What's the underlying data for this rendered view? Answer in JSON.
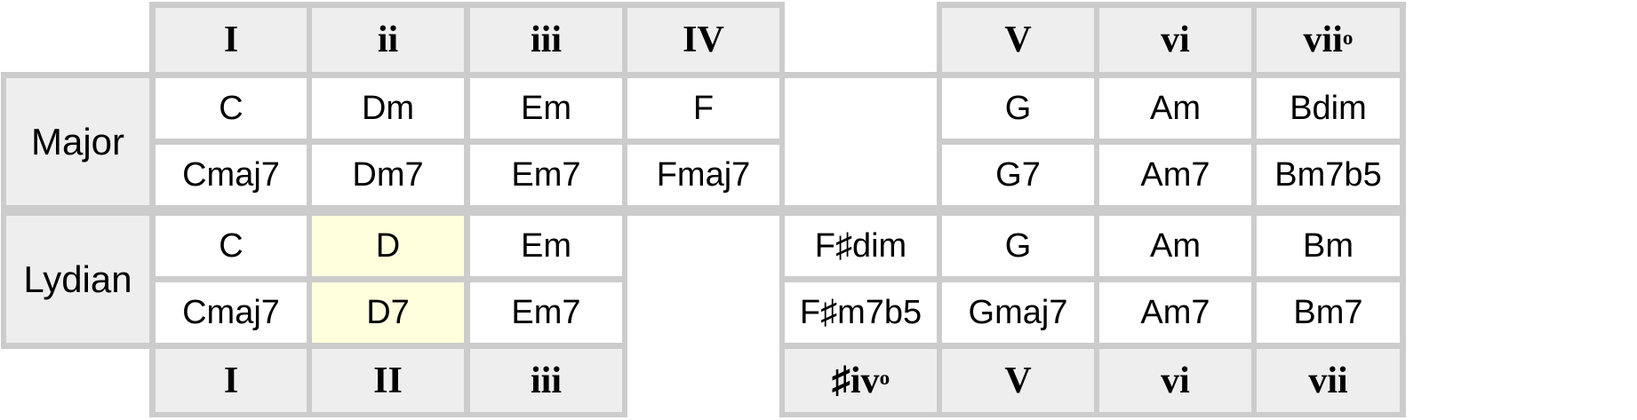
{
  "colors": {
    "border": "#cccccc",
    "header_fill": "#eeeeee",
    "cell_fill": "#ffffff",
    "highlight_fill": "#ffffdd"
  },
  "top_header": {
    "I": "I",
    "ii": "ii",
    "iii": "iii",
    "IV": "IV",
    "V": "V",
    "vi": "vi",
    "vii_base": "vii",
    "vii_sup": "o"
  },
  "modes": {
    "major": {
      "label": "Major",
      "triads": [
        "C",
        "Dm",
        "Em",
        "F",
        "",
        "G",
        "Am",
        "Bdim"
      ],
      "sevenths": [
        "Cmaj7",
        "Dm7",
        "Em7",
        "Fmaj7",
        "",
        "G7",
        "Am7",
        "Bm7b5"
      ]
    },
    "lydian": {
      "label": "Lydian",
      "triads": [
        "C",
        "D",
        "Em",
        "",
        "F♯dim",
        "G",
        "Am",
        "Bm"
      ],
      "sevenths": [
        "Cmaj7",
        "D7",
        "Em7",
        "",
        "F♯m7b5",
        "Gmaj7",
        "Am7",
        "Bm7"
      ],
      "highlighted_degree": "II"
    }
  },
  "bottom_header": {
    "I": "I",
    "II": "II",
    "iii": "iii",
    "siv_base": "♯iv",
    "siv_sup": "o",
    "V": "V",
    "vi": "vi",
    "vii": "vii"
  }
}
